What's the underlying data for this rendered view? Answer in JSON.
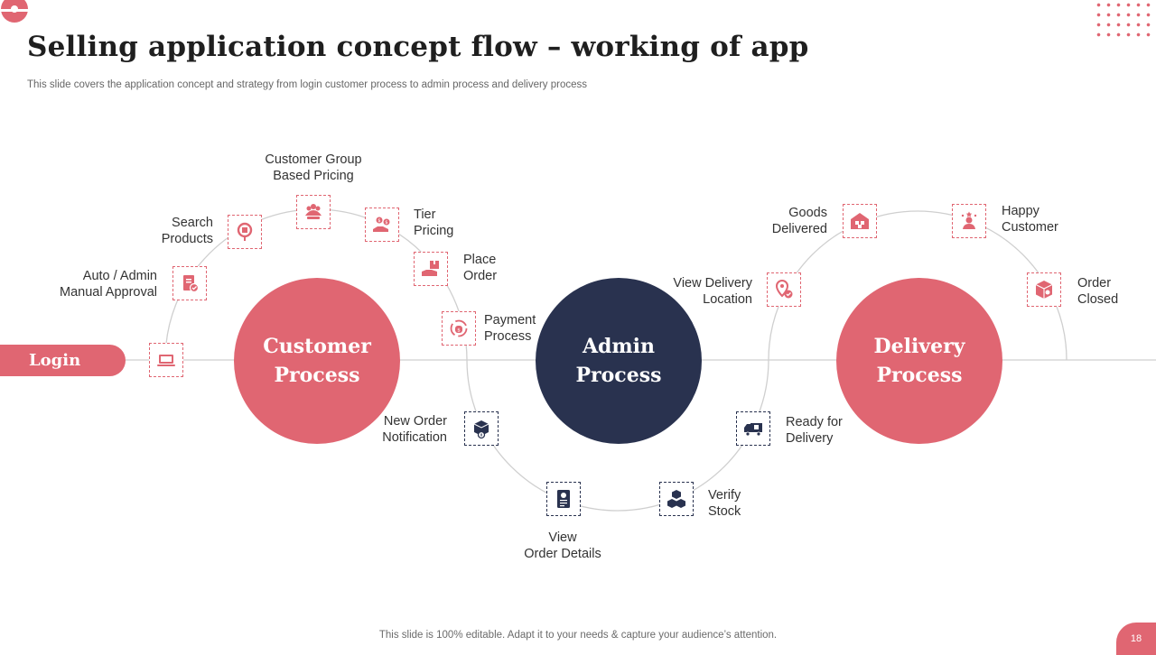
{
  "title": "Selling application concept flow – working of  app",
  "subtitle": "This slide covers the application concept and strategy from login customer process to admin process and delivery process",
  "footer": "This slide is 100% editable. Adapt it to your needs & capture your audience’s attention.",
  "page_number": "18",
  "login_label": "Login",
  "hubs": {
    "customer": "Customer\nProcess",
    "admin": "Admin\nProcess",
    "delivery": "Delivery\nProcess"
  },
  "steps": {
    "auto_admin_approval": "Auto / Admin\nManual Approval",
    "search_products": "Search\nProducts",
    "customer_group_pricing": "Customer Group\nBased Pricing",
    "tier_pricing": "Tier\nPricing",
    "place_order": "Place\nOrder",
    "payment_process": "Payment\nProcess",
    "new_order_notification": "New Order\nNotification",
    "view_order_details": "View\nOrder Details",
    "verify_stock": "Verify\nStock",
    "ready_for_delivery": "Ready for\nDelivery",
    "view_delivery_location": "View Delivery\nLocation",
    "goods_delivered": "Goods\nDelivered",
    "happy_customer": "Happy\nCustomer",
    "order_closed": "Order\nClosed"
  },
  "colors": {
    "accent": "#e06672",
    "navy": "#29324f",
    "line": "#cfcfcf"
  },
  "icons": {
    "login": "laptop-icon",
    "auto_admin_approval": "approval-document-icon",
    "search_products": "search-product-icon",
    "customer_group_pricing": "group-icon",
    "tier_pricing": "money-hand-icon",
    "place_order": "package-hand-icon",
    "payment_process": "payment-cycle-icon",
    "new_order_notification": "box-notification-icon",
    "view_order_details": "order-details-icon",
    "verify_stock": "stock-boxes-icon",
    "ready_for_delivery": "delivery-truck-icon",
    "view_delivery_location": "location-pin-icon",
    "goods_delivered": "warehouse-icon",
    "happy_customer": "happy-customer-icon",
    "order_closed": "closed-box-icon"
  }
}
